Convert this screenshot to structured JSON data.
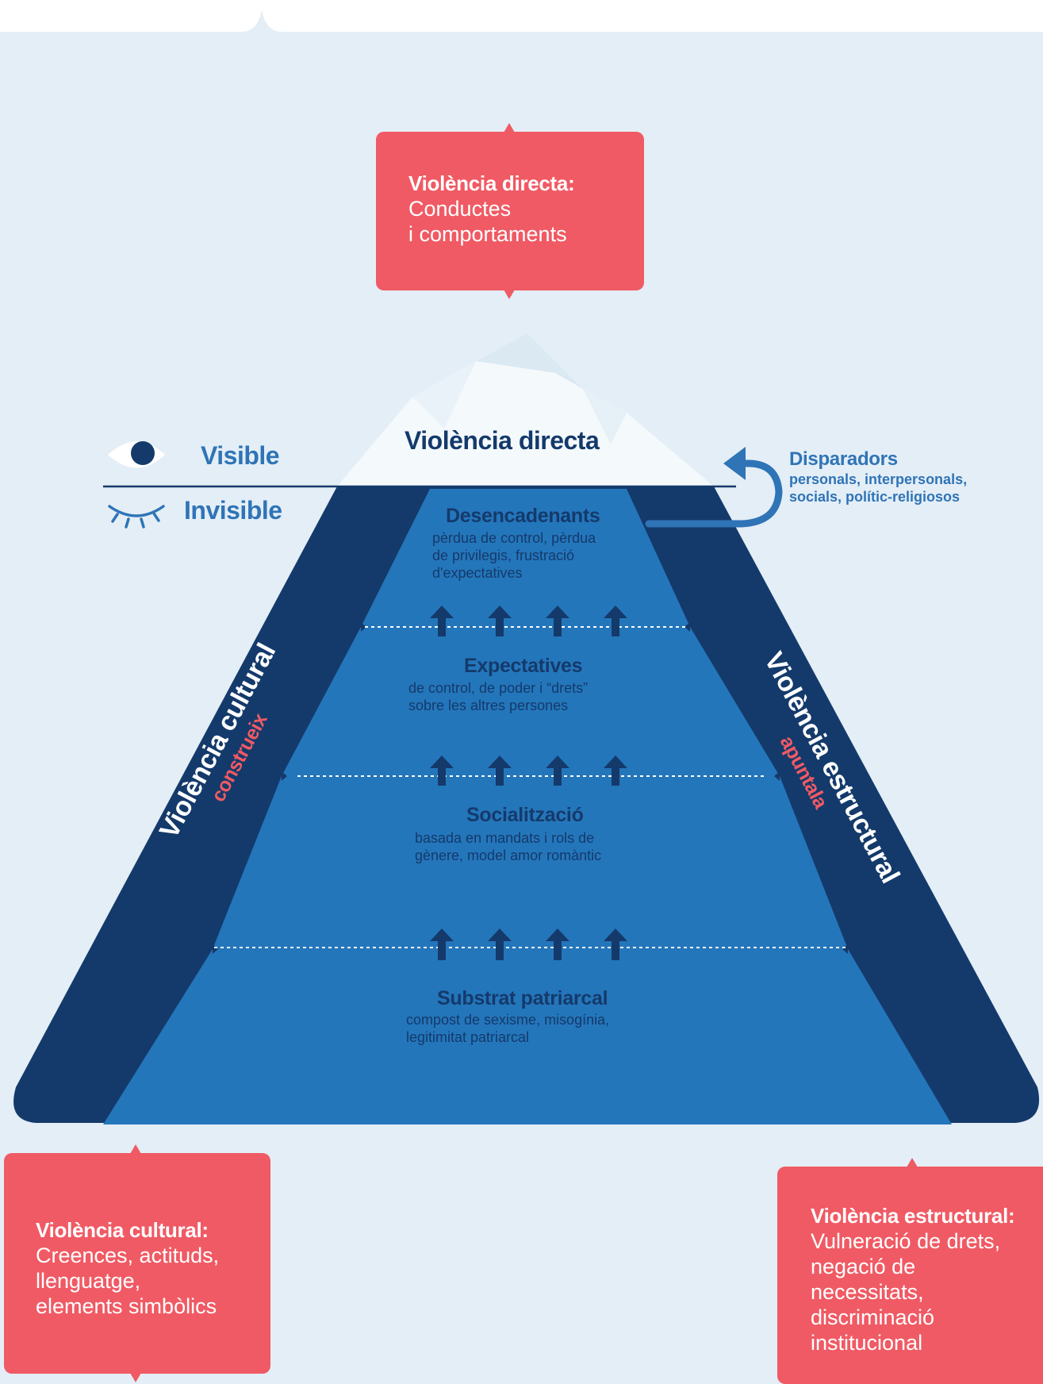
{
  "colors": {
    "background": "#e4eef7",
    "callout": "#f05a64",
    "dark_navy": "#143a6b",
    "mid_blue": "#2476bb",
    "label_blue": "#2f74b6",
    "ice": "#f4f9fc"
  },
  "icons": [
    "eye-open-icon",
    "eye-closed-icon",
    "curved-arrow-icon",
    "up-arrow-icon"
  ],
  "top_callout": {
    "title": "Violència directa:",
    "lines": [
      "Conductes",
      "i comportaments"
    ]
  },
  "tip_label": "Violència directa",
  "visible_label": "Visible",
  "invisible_label": "Invisible",
  "disparadors": {
    "title": "Disparadors",
    "lines": [
      "personals, interpersonals,",
      "socials, polític-religiosos"
    ]
  },
  "levels": [
    {
      "title": "Desencadenants",
      "lines": [
        "pèrdua de control, pèrdua",
        "de privilegis, frustració",
        "d'expectatives"
      ]
    },
    {
      "title": "Expectatives",
      "lines": [
        "de control, de poder i “drets”",
        "sobre les altres persones"
      ]
    },
    {
      "title": "Socialització",
      "lines": [
        "basada en mandats i rols de",
        "gènere, model amor romàntic"
      ]
    },
    {
      "title": "Substrat patriarcal",
      "lines": [
        "compost de sexisme, misogínia,",
        "legitimitat patriarcal"
      ]
    }
  ],
  "left_side": {
    "title": "Violència cultural",
    "verb": "construeix"
  },
  "right_side": {
    "title": "Violència estructural",
    "verb": "apuntala"
  },
  "bottom_left_callout": {
    "title": "Violència cultural:",
    "lines": [
      "Creences, actituds,",
      "llenguatge,",
      "elements simbòlics"
    ]
  },
  "bottom_right_callout": {
    "title": "Violència estructural:",
    "lines": [
      "Vulneració de drets,",
      "negació de",
      "necessitats,",
      "discriminació",
      "institucional"
    ]
  }
}
